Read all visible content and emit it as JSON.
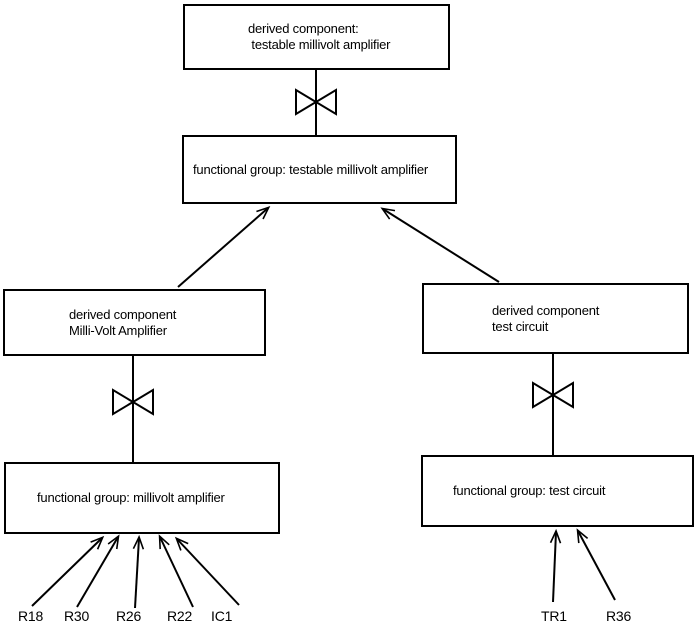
{
  "title": "component derivation diagram",
  "colors": {
    "stroke": "#000000",
    "background": "#ffffff",
    "text": "#000000"
  },
  "nodes": {
    "top_derived": {
      "line1": "derived component:",
      "line2": " testable millivolt amplifier"
    },
    "top_functional": {
      "label": "functional group: testable millivolt amplifier"
    },
    "left_derived": {
      "line1": "derived component",
      "line2": "Milli-Volt Amplifier"
    },
    "left_functional": {
      "label": "functional group: millivolt amplifier"
    },
    "right_derived": {
      "line1": "derived component",
      "line2": "test circuit"
    },
    "right_functional": {
      "label": "functional group: test circuit"
    }
  },
  "leaves": {
    "left": [
      "R18",
      "R30",
      "R26",
      "R22",
      "IC1"
    ],
    "right": [
      "TR1",
      "R36"
    ]
  }
}
